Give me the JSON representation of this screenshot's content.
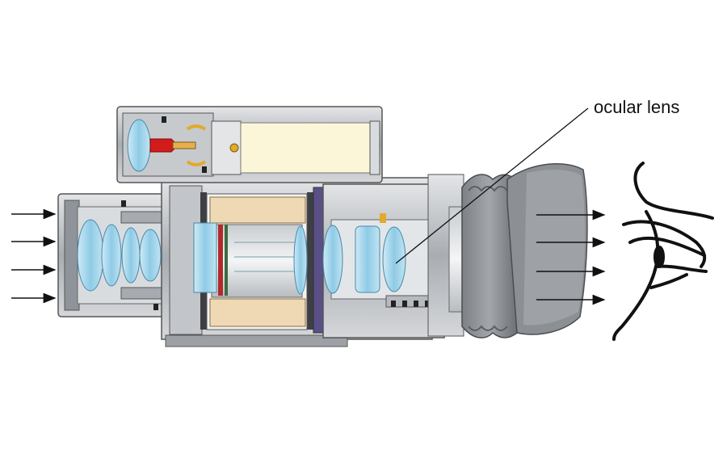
{
  "labels": {
    "ocular_lens": "ocular lens"
  },
  "colors": {
    "lens_blue": "#9fd3ea",
    "metal_grey": "#b9bcc0",
    "dark_metal": "#5a5e63",
    "sensor_beige": "#efd9b4",
    "led_red": "#d21c1c",
    "battery_cream": "#fbf6d8",
    "eyecup_grey": "#8c8f93"
  },
  "icons": [
    "incoming-light-arrow",
    "outgoing-light-arrow",
    "eye-sketch"
  ]
}
